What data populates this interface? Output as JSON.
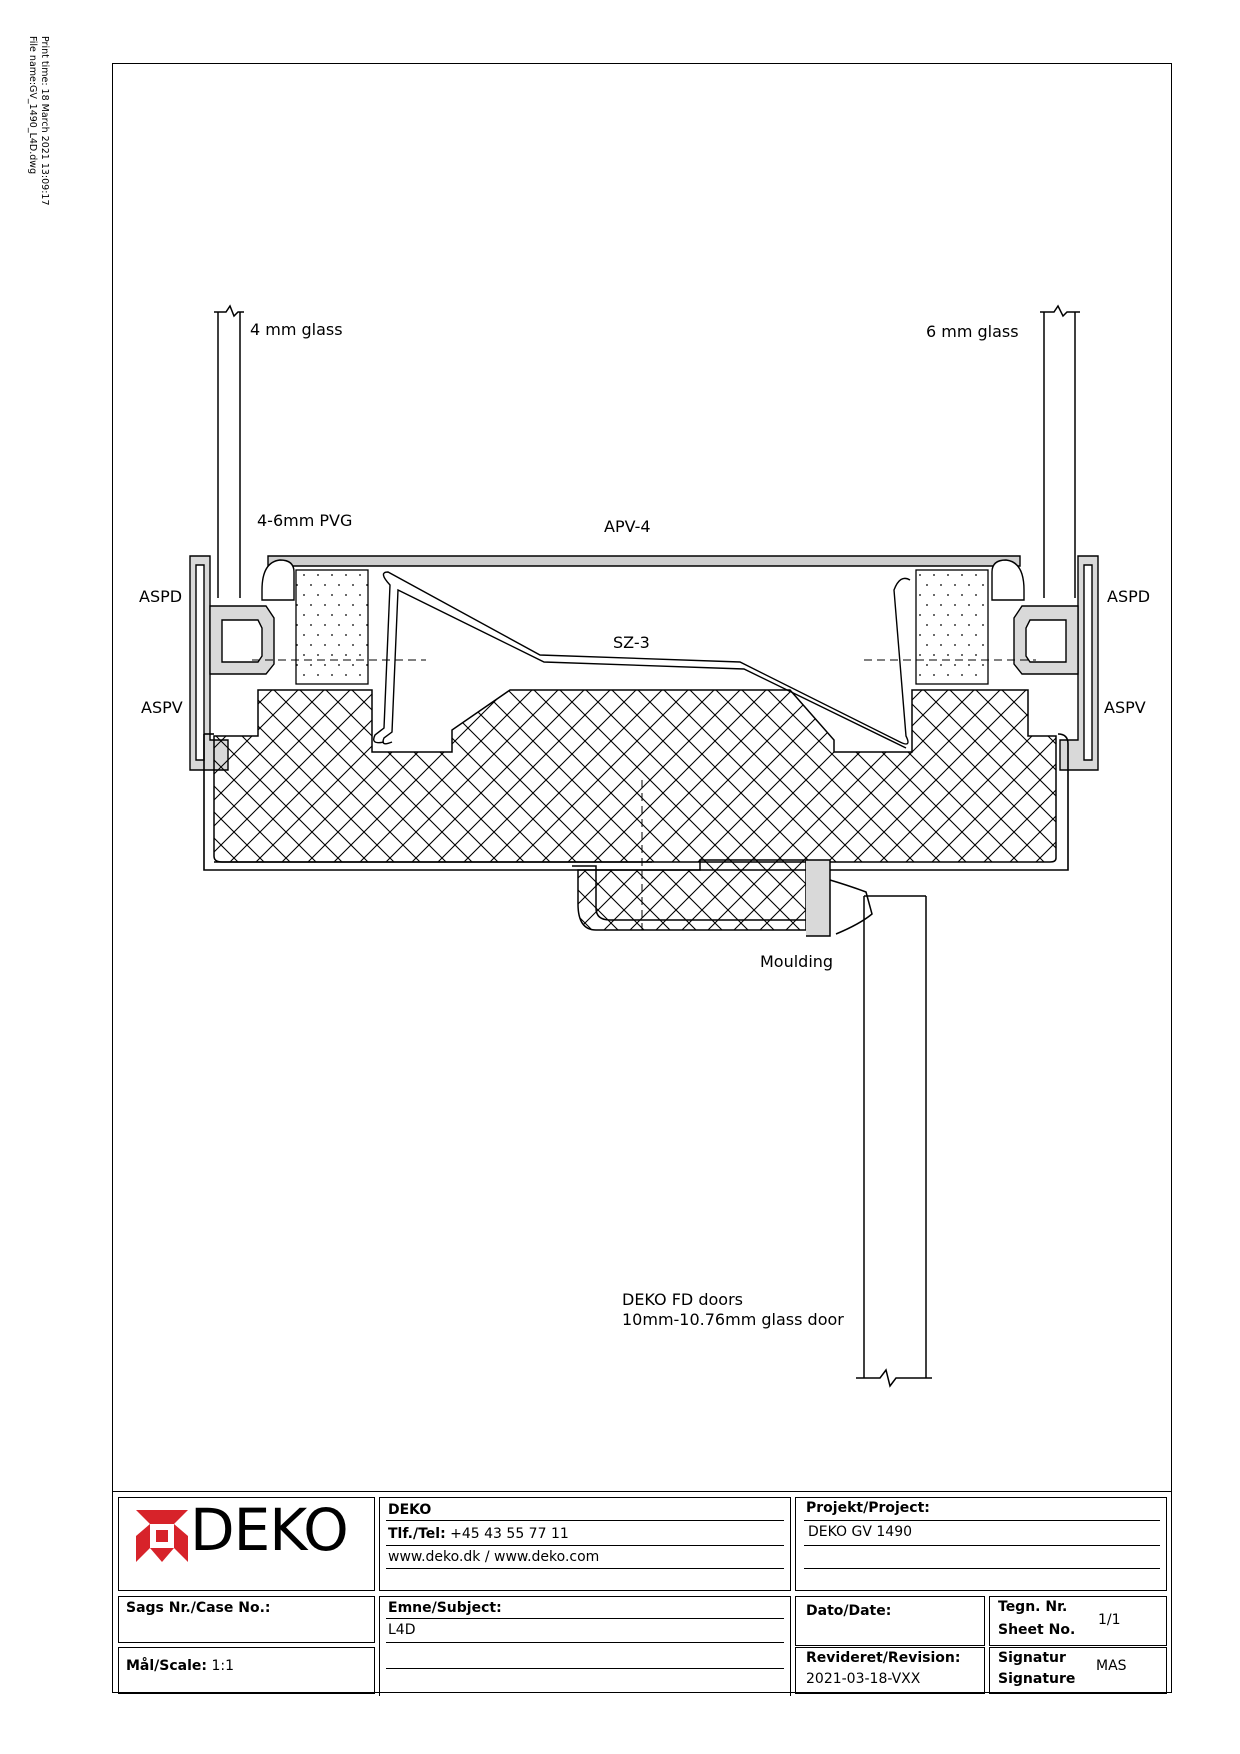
{
  "print_meta": {
    "print_time": "Print time: 18 March 2021 13:09:17",
    "file_name": "File name:GV_1490_L4D.dwg"
  },
  "labels": {
    "glass_left": "4 mm glass",
    "glass_right": "6 mm glass",
    "pvg": "4-6mm PVG",
    "apv": "APV-4",
    "aspd_left": "ASPD",
    "aspd_right": "ASPD",
    "sz": "SZ-3",
    "aspv_left": "ASPV",
    "aspv_right": "ASPV",
    "moulding": "Moulding",
    "door_line1": "DEKO FD doors",
    "door_line2": "10mm-10.76mm glass door"
  },
  "title_block": {
    "logo_text": "DEKO",
    "logo_colors": {
      "red": "#d7232a"
    },
    "company": "DEKO",
    "tel_label": "Tlf./Tel:",
    "tel_value": "+45 43 55 77 11",
    "web": "www.deko.dk / www.deko.com",
    "project_label": "Projekt/Project:",
    "project_value": "DEKO GV 1490",
    "case_label": "Sags Nr./Case No.:",
    "subject_label": "Emne/Subject:",
    "subject_value": "L4D",
    "date_label": "Dato/Date:",
    "sheet_label1": "Tegn. Nr.",
    "sheet_label2": "Sheet No.",
    "sheet_value": "1/1",
    "scale_label": "Mål/Scale:",
    "scale_value": "1:1",
    "revision_label": "Revideret/Revision:",
    "revision_value": "2021-03-18-VXX",
    "signature_label1": "Signatur",
    "signature_label2": "Signature",
    "signature_value": "MAS"
  }
}
